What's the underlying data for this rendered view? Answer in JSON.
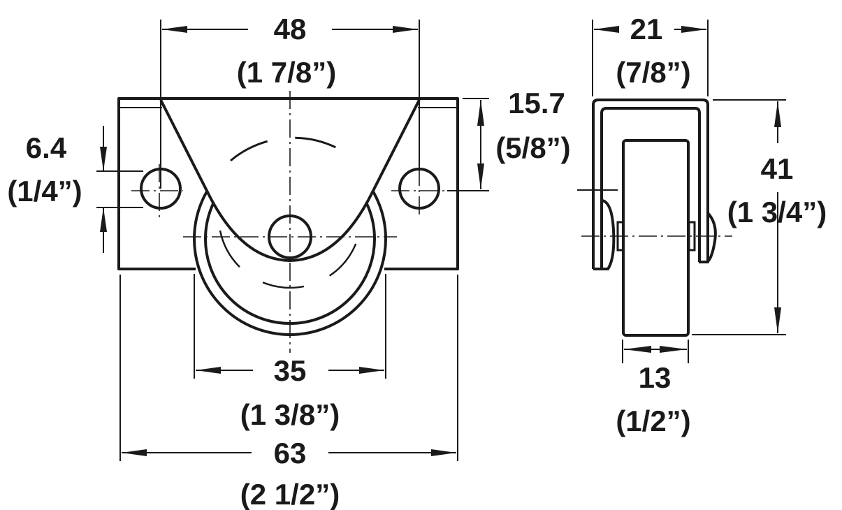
{
  "drawing": {
    "front_view": {
      "width_holes": {
        "mm": "48",
        "inch": "(1 7/8”)"
      },
      "hole_height": {
        "mm": "15.7",
        "inch": "(5/8”)"
      },
      "hole_diameter": {
        "mm": "6.4",
        "inch": "(1/4”)"
      },
      "wheel_diameter": {
        "mm": "35",
        "inch": "(1 3/8”)"
      },
      "plate_width": {
        "mm": "63",
        "inch": "(2 1/2”)"
      }
    },
    "side_view": {
      "bracket_width": {
        "mm": "21",
        "inch": "(7/8”)"
      },
      "total_height": {
        "mm": "41",
        "inch": "(1 3/4”)"
      },
      "wheel_width": {
        "mm": "13",
        "inch": "(1/2”)"
      }
    }
  }
}
